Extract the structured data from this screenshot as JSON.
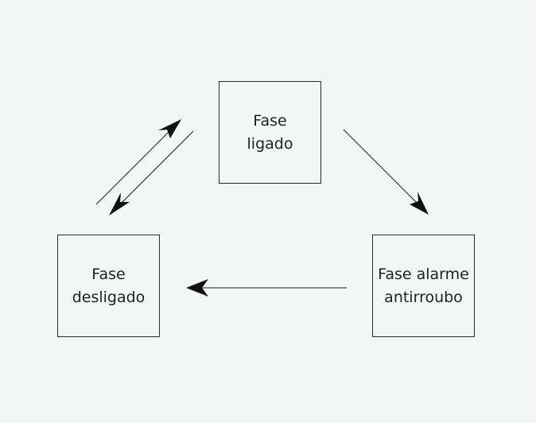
{
  "diagram": {
    "states": [
      {
        "id": "ligado",
        "lines": [
          "Fase",
          "ligado"
        ]
      },
      {
        "id": "desligado",
        "lines": [
          "Fase",
          "desligado"
        ]
      },
      {
        "id": "alarme",
        "lines": [
          "Fase alarme",
          "antirroubo"
        ]
      }
    ],
    "transitions": [
      {
        "from": "desligado",
        "to": "ligado"
      },
      {
        "from": "ligado",
        "to": "desligado"
      },
      {
        "from": "ligado",
        "to": "alarme"
      },
      {
        "from": "alarme",
        "to": "desligado"
      }
    ],
    "colors": {
      "background": "#f4f6f5",
      "stroke": "#2a2a2a",
      "text": "#1f1f1f"
    }
  }
}
